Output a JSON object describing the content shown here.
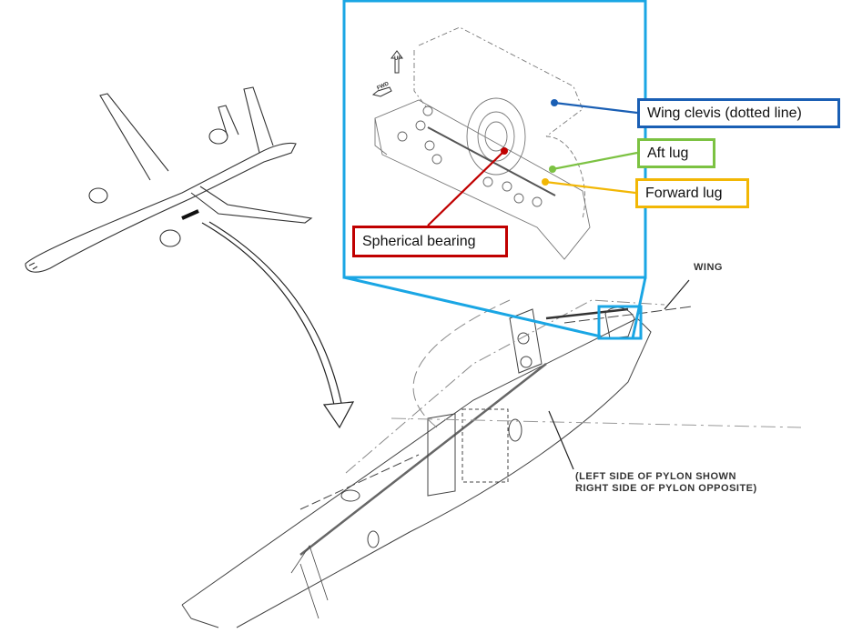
{
  "callouts": {
    "wing_clevis": "Wing clevis (dotted line)",
    "aft_lug": "Aft lug",
    "forward_lug": "Forward lug",
    "spherical_bearing": "Spherical bearing"
  },
  "drawing_text": {
    "wing": "WING",
    "note_line1": "(LEFT SIDE OF PYLON SHOWN",
    "note_line2": "RIGHT SIDE OF PYLON OPPOSITE)",
    "up": "UP",
    "fwd": "FWD"
  },
  "colors": {
    "inset_border": "#1aa6e4",
    "wing_clevis": "#1a5fb4",
    "aft_lug": "#7cc242",
    "forward_lug": "#f2b705",
    "spherical_bearing": "#c00000"
  }
}
